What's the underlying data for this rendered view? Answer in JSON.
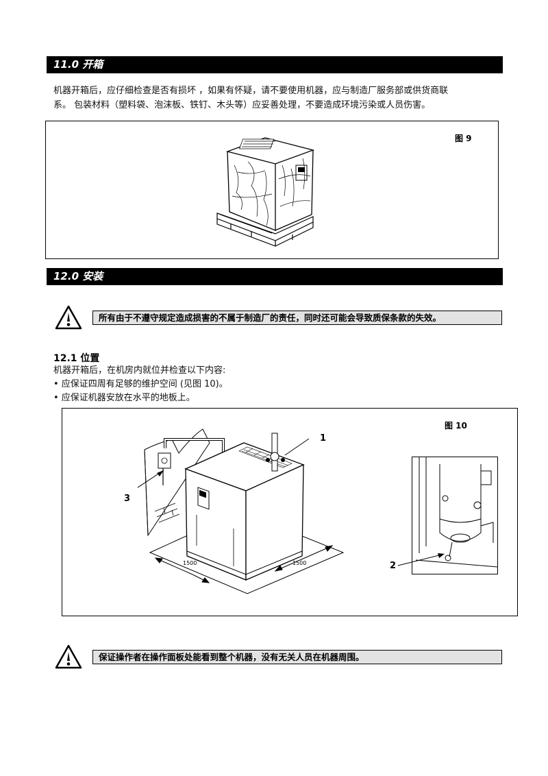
{
  "section11": {
    "title": "11.0 开箱",
    "para_line1": "机器开箱后，应仔细检查是否有损坏 ，如果有怀疑，请不要使用机器，应与制造厂服务部或供货商联",
    "para_line2": "系。 包装材料（塑料袋、泡沫板、铁钉、木头等）应妥善处理，不要造成环境污染或人员伤害。",
    "figure_label": "图 9"
  },
  "section12": {
    "title": "12.0 安装",
    "warning1": "所有由于不遵守规定造成损害的不属于制造厂的责任，同时还可能会导致质保条款的失效。",
    "sub_heading": "12.1 位置",
    "intro": "机器开箱后，在机房内就位并检查以下内容:",
    "bullet1": "• 应保证四周有足够的维护空间 (见图 10)。",
    "bullet2": "• 应保证机器安放在水平的地板上。",
    "figure_label": "图 10",
    "dim_left": "1500",
    "dim_right": "1500",
    "callout1": "1",
    "callout2": "2",
    "callout3": "3",
    "warning2": "保证操作者在操作面板处能看到整个机器，没有无关人员在机器周围。"
  },
  "icons": {
    "warning": "warning-triangle-icon"
  }
}
